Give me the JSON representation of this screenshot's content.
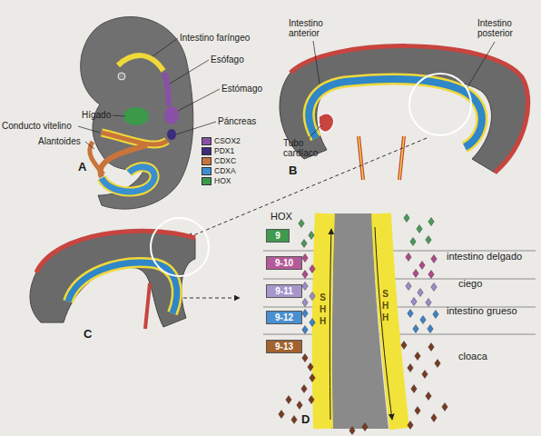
{
  "diagram": {
    "nodes": [
      {
        "text": [
          "9"
        ]
      },
      {
        "text": [
          "9-10"
        ]
      },
      {
        "text": [
          "9-11"
        ]
      },
      {
        "text": [
          "9-12"
        ]
      },
      {
        "text": [
          "9-13"
        ]
      }
    ],
    "labels": [
      "Intestino faríngeo",
      "Esófago",
      "Estómago",
      "Hígado",
      "Páncreas",
      "Conducto vitelino",
      "Alantoides",
      "A",
      "Intestino anterior",
      "Intestino posterior",
      "Tubo cardíaco",
      "B",
      "C",
      "HOX",
      "intestino delgado",
      "ciego",
      "intestino grueso",
      "cloaca",
      "SHH",
      "SHH",
      "D"
    ],
    "legend": [
      {
        "text": "CSOX2",
        "color": "#8a4fa6"
      },
      {
        "text": "PDX1",
        "color": "#3b2c7c"
      },
      {
        "text": "CDXC",
        "color": "#c8743a"
      },
      {
        "text": "CDXA",
        "color": "#3a8fd0"
      },
      {
        "text": "HOX",
        "color": "#3a9a4a"
      }
    ]
  }
}
